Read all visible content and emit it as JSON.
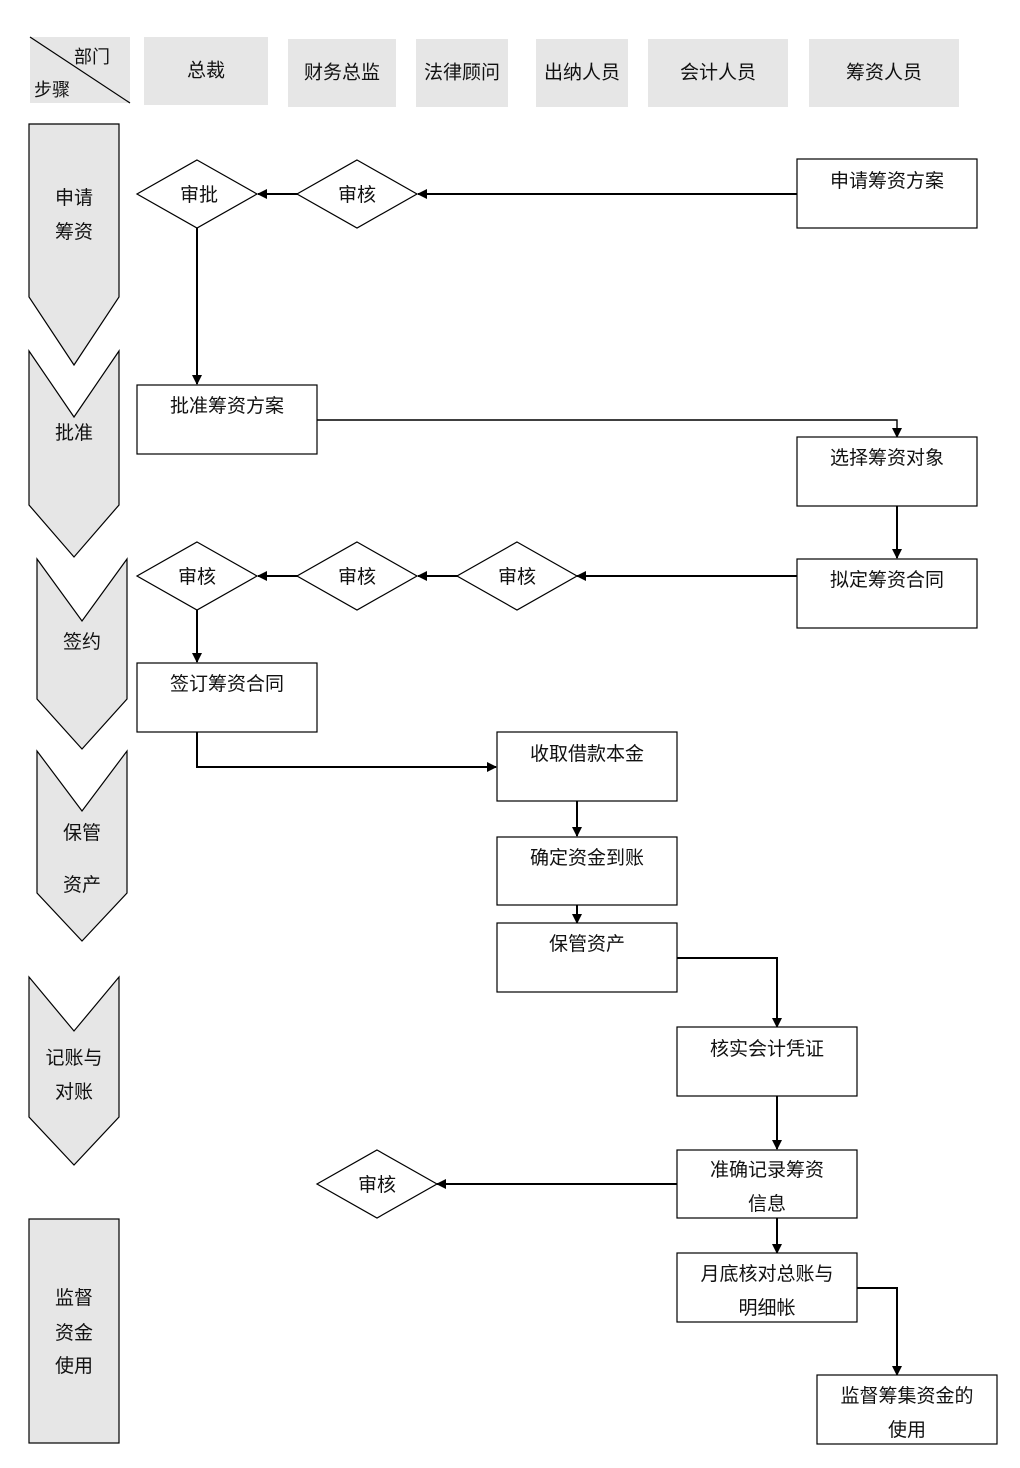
{
  "header": {
    "corner_dept": "部门",
    "corner_step": "步骤",
    "departments": [
      "总裁",
      "财务总监",
      "法律顾问",
      "出纳人员",
      "会计人员",
      "筹资人员"
    ]
  },
  "steps": [
    {
      "id": "apply",
      "lines": [
        "申请",
        "筹资"
      ]
    },
    {
      "id": "approve",
      "lines": [
        "批准"
      ]
    },
    {
      "id": "sign",
      "lines": [
        "签约"
      ]
    },
    {
      "id": "keep",
      "lines": [
        "保管",
        "资产"
      ]
    },
    {
      "id": "book",
      "lines": [
        "记账与",
        "对账"
      ]
    },
    {
      "id": "supervise",
      "lines": [
        "监督",
        "资金",
        "使用"
      ]
    }
  ],
  "nodes": {
    "apply_plan": [
      "申请筹资方案"
    ],
    "review_cfo_1": [
      "审核"
    ],
    "approve_ceo_1": [
      "审批"
    ],
    "approved_plan": [
      "批准筹资方案"
    ],
    "select_target": [
      "选择筹资对象"
    ],
    "draft_contract": [
      "拟定筹资合同"
    ],
    "review_legal": [
      "审核"
    ],
    "review_cfo_2": [
      "审核"
    ],
    "review_ceo_2": [
      "审核"
    ],
    "sign_contract": [
      "签订筹资合同"
    ],
    "receive_principal": [
      "收取借款本金"
    ],
    "confirm_funds": [
      "确定资金到账"
    ],
    "keep_assets": [
      "保管资产"
    ],
    "verify_voucher": [
      "核实会计凭证"
    ],
    "record_info": [
      "准确记录筹资",
      "信息"
    ],
    "review_cfo_3": [
      "审核"
    ],
    "month_reconcile": [
      "月底核对总账与",
      "明细帐"
    ],
    "supervise_use": [
      "监督筹集资金的",
      "使用"
    ]
  },
  "colors": {
    "header_fill": "#e6e6e6",
    "step_fill": "#e6e6e6",
    "line": "#000000"
  }
}
